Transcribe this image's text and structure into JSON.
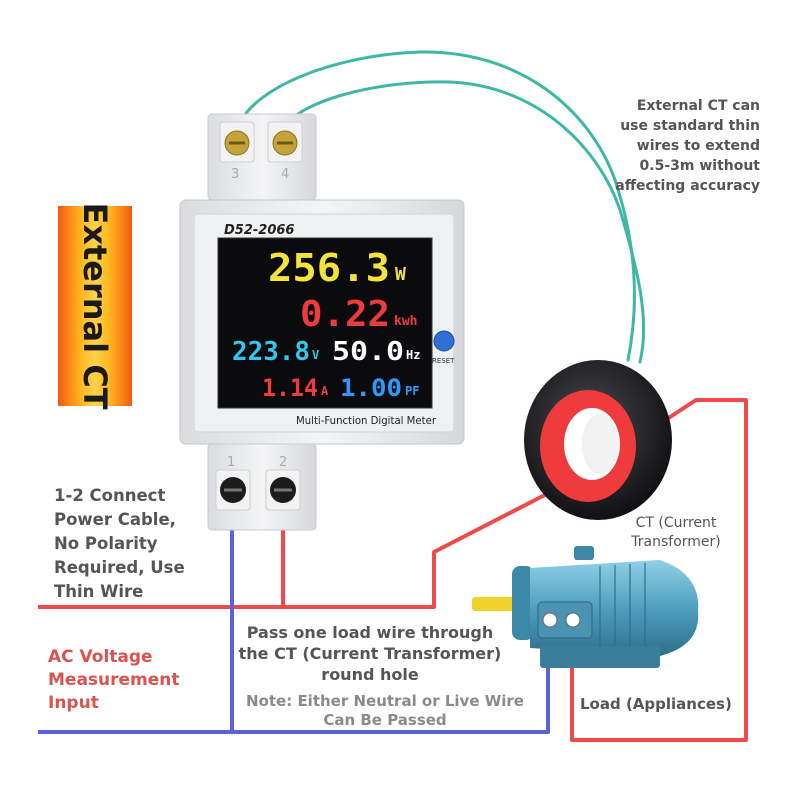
{
  "device": {
    "model": "D52-2066",
    "name": "Multi-Function Digital Meter",
    "reset_label": "RESET",
    "top_terminals": [
      "3",
      "4"
    ],
    "bottom_terminals": [
      "1",
      "2"
    ],
    "readings": {
      "power": {
        "value": "256.3",
        "unit": "W",
        "color": "#f4e33a"
      },
      "energy": {
        "value": "0.22",
        "unit": "kwh",
        "color": "#ee3b3b"
      },
      "voltage": {
        "value": "223.8",
        "unit": "V",
        "color": "#2ec9ec"
      },
      "frequency": {
        "value": "50.0",
        "unit": "Hz",
        "color": "#ffffff"
      },
      "current": {
        "value": "1.14",
        "unit": "A",
        "color": "#ee3b3b"
      },
      "power_factor": {
        "value": "1.00",
        "unit": "PF",
        "color": "#2a9cff"
      }
    }
  },
  "labels": {
    "external_ct": "External CT",
    "ct_note": [
      "External CT can",
      "use standard thin",
      "wires to extend",
      "0.5-3m without",
      "affecting accuracy"
    ],
    "connection_note": [
      "1-2 Connect",
      "Power Cable,",
      "No Polarity",
      "Required, Use",
      "Thin Wire"
    ],
    "ac_input": [
      "AC Voltage",
      "Measurement",
      "Input"
    ],
    "pass_wire": [
      "Pass one load wire through",
      "the CT (Current Transformer)",
      "round hole"
    ],
    "either_wire": [
      "Note: Either Neutral or Live Wire",
      "Can Be Passed"
    ],
    "ct_label": [
      "CT (Current",
      "Transformer)"
    ],
    "load_label": "Load (Appliances)"
  },
  "colors": {
    "live_wire": "#ef4a4a",
    "neutral_wire": "#5b63d9",
    "ct_wire": "#3fb7a6",
    "ct_ring_outer": "#1d1d1f",
    "ct_ring_inner": "#ef3b3b",
    "motor_body": "#5aa6c4",
    "shaft": "#f0d22a"
  }
}
